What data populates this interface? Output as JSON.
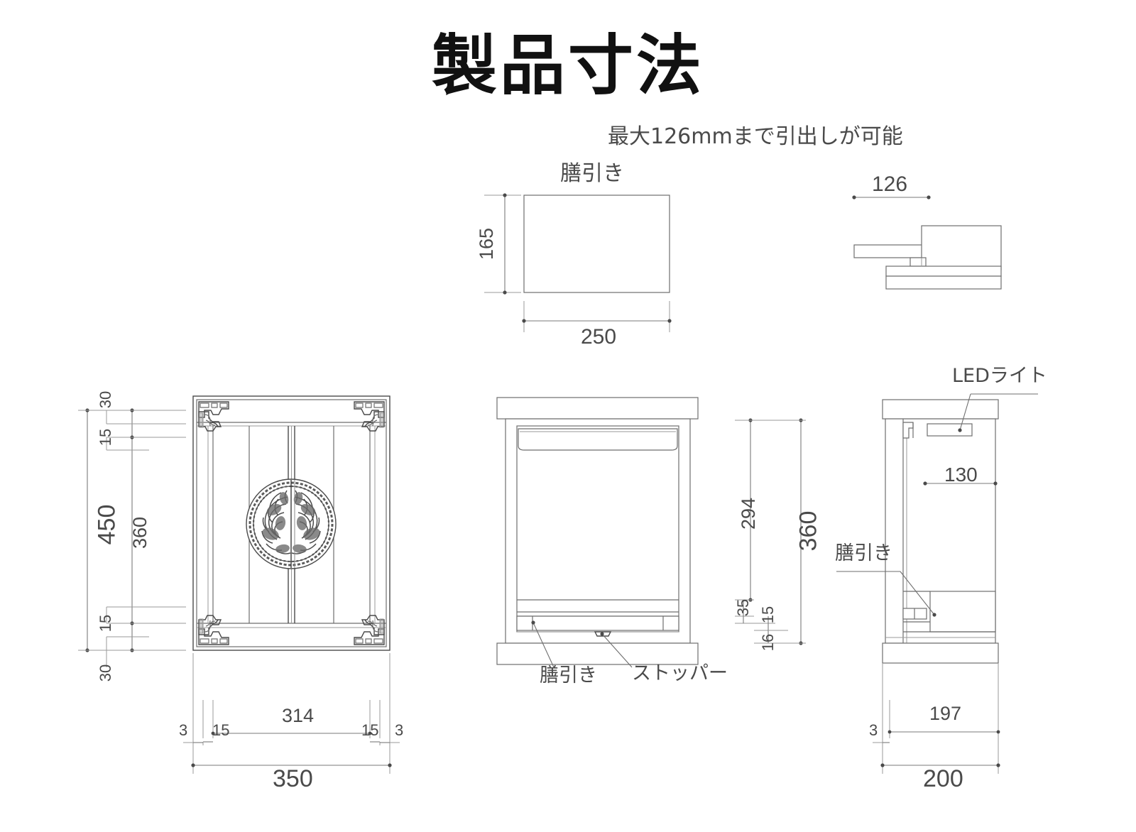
{
  "document": {
    "title": "製品寸法",
    "note_top": "最大126mmまで引出しが可能"
  },
  "views": {
    "tray_top": {
      "name": "膳引き",
      "dim_height": "165",
      "dim_width": "250"
    },
    "tray_side": {
      "dim_extension": "126"
    },
    "front_elevation": {
      "dim_total_height": "450",
      "dim_top_rail": "30",
      "dim_top_inner": "15",
      "dim_door_height": "360",
      "dim_bottom_inner": "15",
      "dim_bottom_rail": "30",
      "dim_left_edge": "3",
      "dim_left_stile": "15",
      "dim_door_width": "314",
      "dim_right_stile": "15",
      "dim_right_edge": "3",
      "dim_total_width": "350"
    },
    "interior_front": {
      "label_tray": "膳引き",
      "label_stopper": "ストッパー",
      "dim_inner_height": "294",
      "dim_opening_height": "360",
      "dim_35": "35",
      "dim_15": "15",
      "dim_16": "16"
    },
    "side_section": {
      "label_led": "LEDライト",
      "label_tray": "膳引き",
      "dim_depth_inner": "130",
      "dim_front_edge": "3",
      "dim_body_depth": "197",
      "dim_total_depth": "200"
    }
  },
  "colors": {
    "line": "#6e6e6e",
    "line_dark": "#3a3a3a",
    "text": "#3a3a3a",
    "background": "#ffffff"
  }
}
